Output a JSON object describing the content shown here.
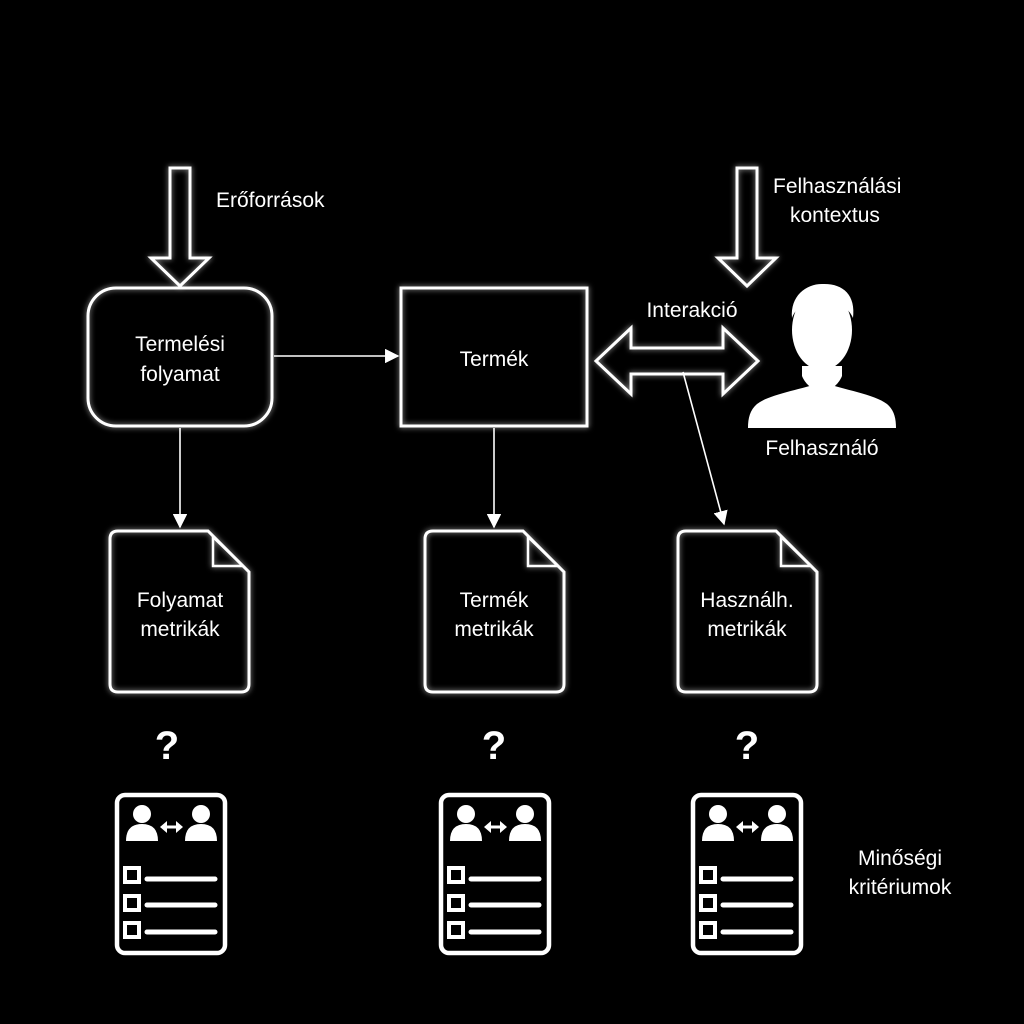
{
  "colors": {
    "background": "#000000",
    "foreground": "#ffffff"
  },
  "labels": {
    "resources": "Erőforrások",
    "context_line1": "Felhasználási",
    "context_line2": "kontextus",
    "production_line1": "Termelési",
    "production_line2": "folyamat",
    "product": "Termék",
    "interaction": "Interakció",
    "user": "Felhasználó",
    "quality_line1": "Minőségi",
    "quality_line2": "kritériumok"
  },
  "metrics": [
    {
      "line1": "Folyamat",
      "line2": "metrikák"
    },
    {
      "line1": "Termék",
      "line2": "metrikák"
    },
    {
      "line1": "Használh.",
      "line2": "metrikák"
    }
  ],
  "question_mark": "?",
  "icons": {
    "user": "user-silhouette-icon",
    "criteria": "quality-criteria-checklist-icon",
    "metric_doc": "document-icon"
  }
}
